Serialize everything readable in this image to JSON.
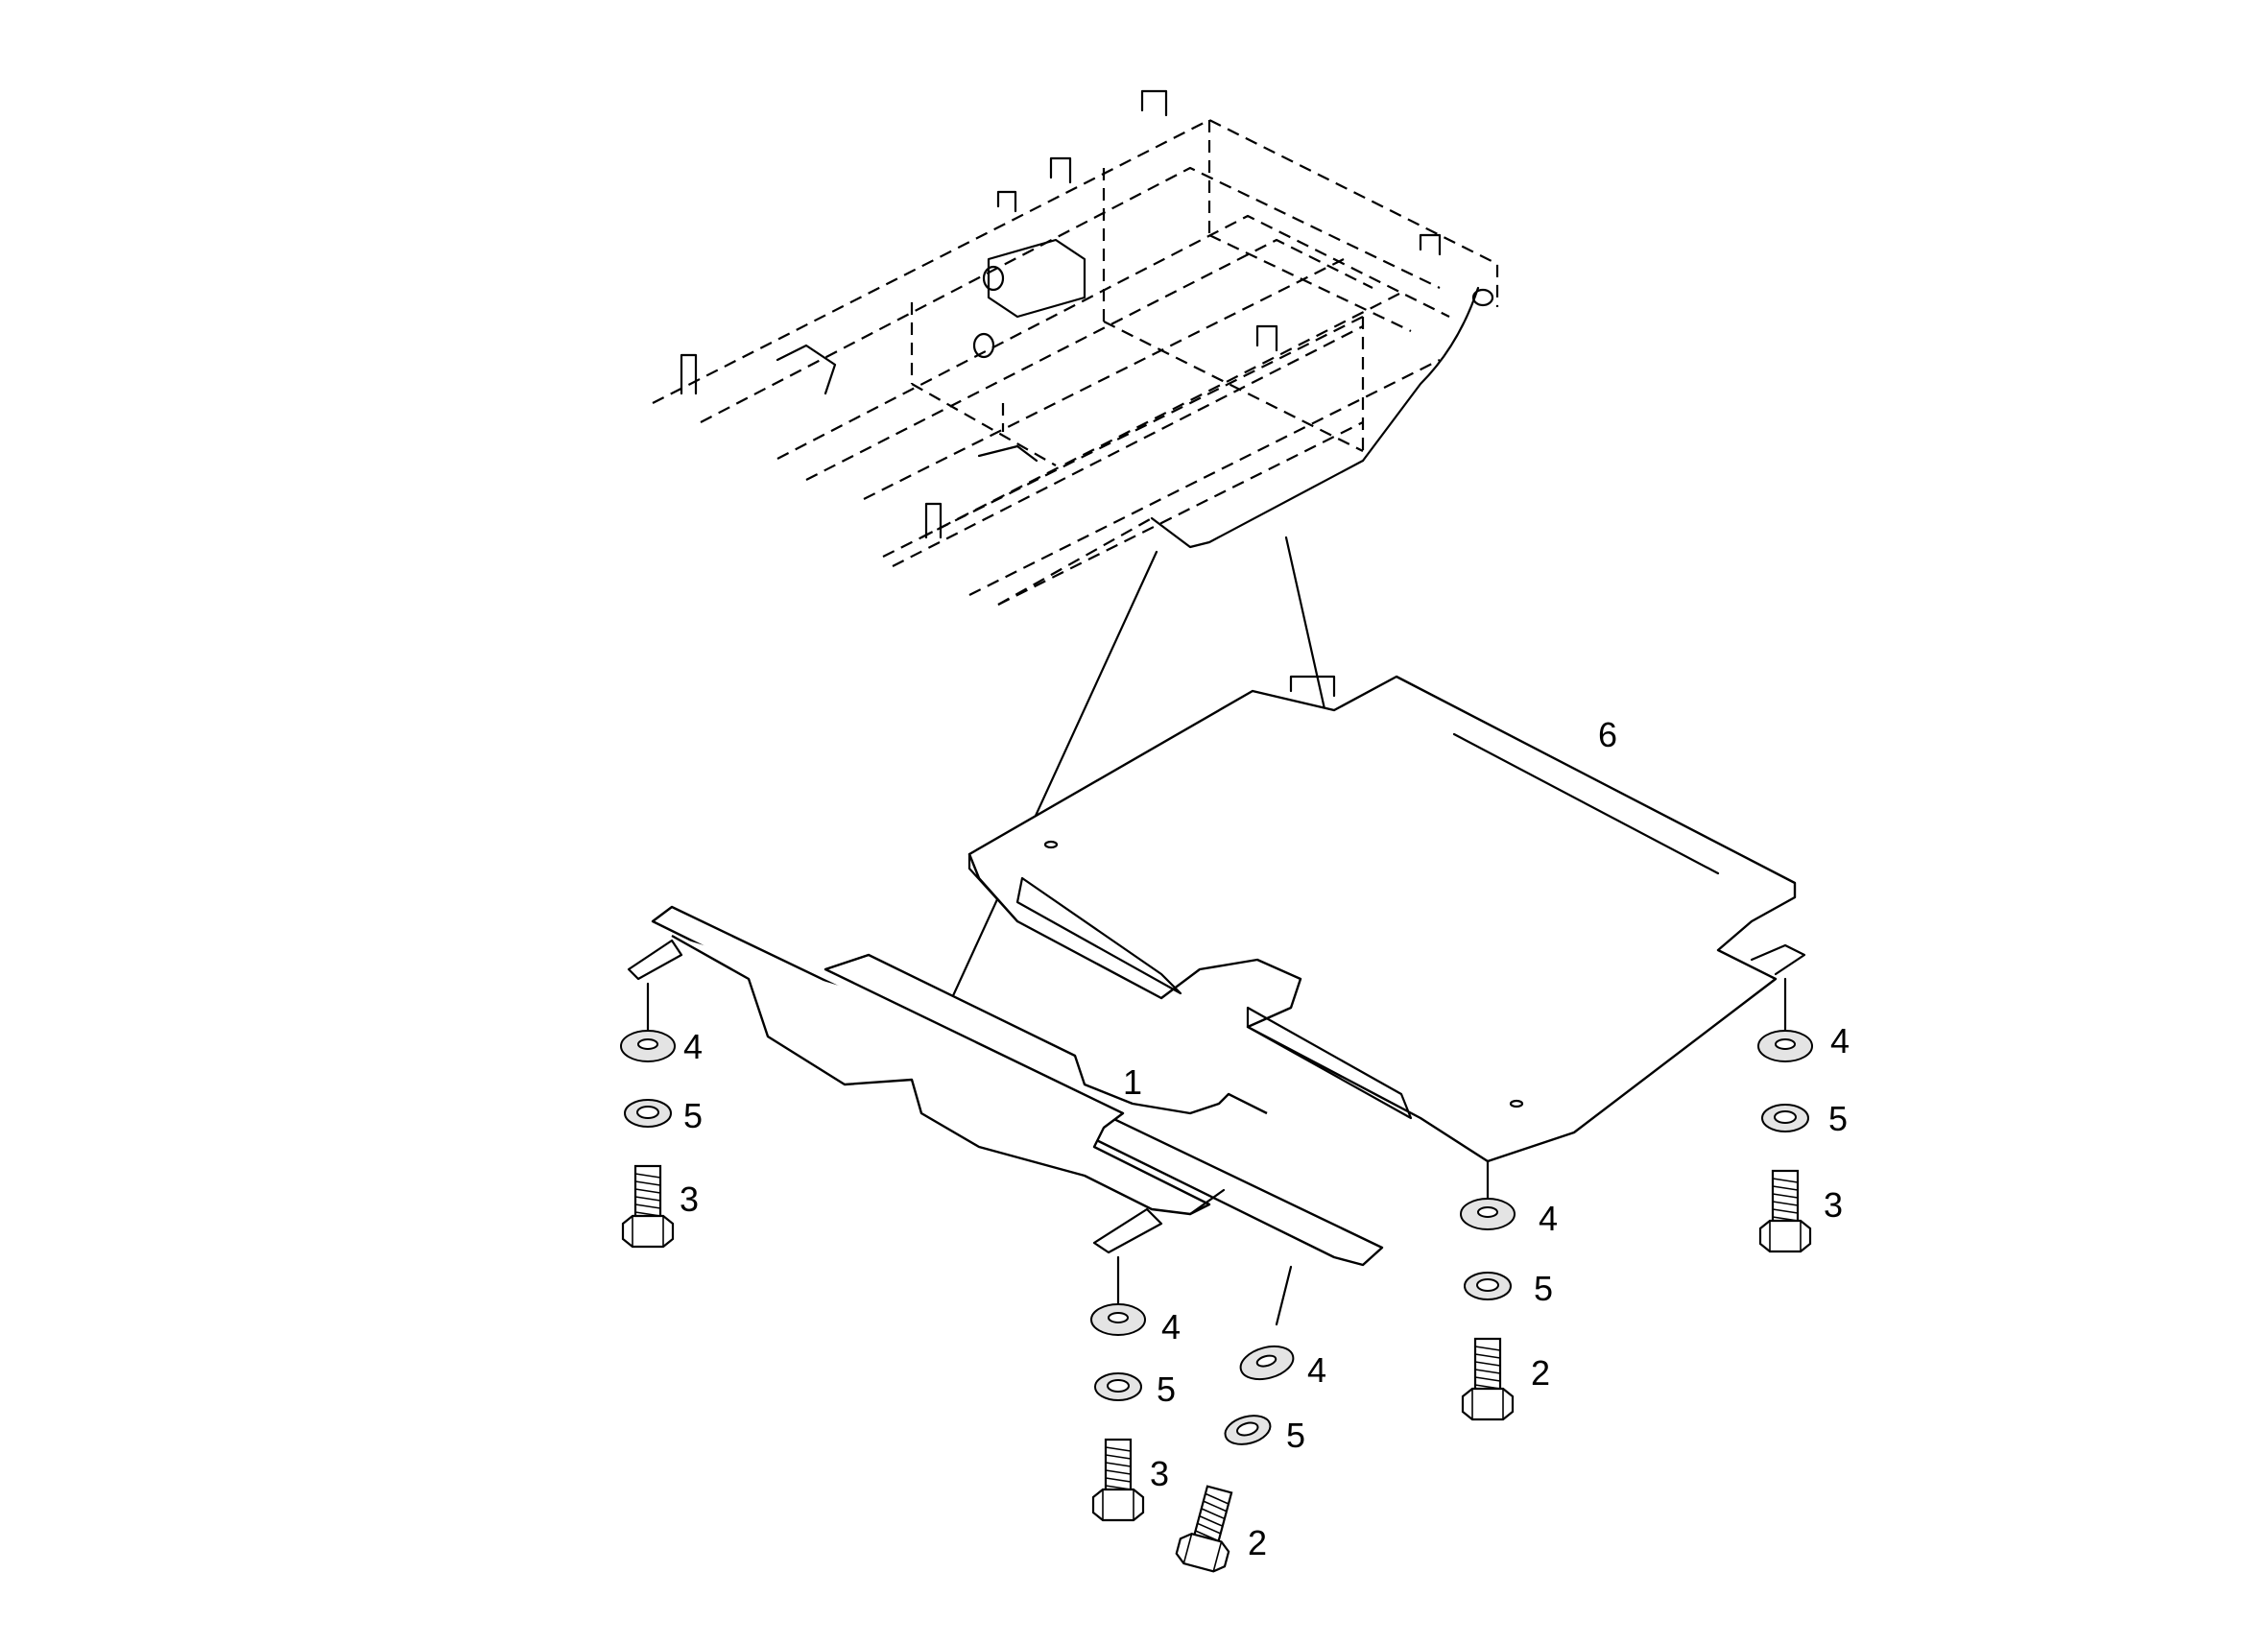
{
  "callouts": {
    "plate_1": "1",
    "plate_6": "6",
    "bolt_2_a": "2",
    "bolt_2_b": "2",
    "bolt_3_a": "3",
    "bolt_3_b": "3",
    "bolt_3_c": "3",
    "washer_4_a": "4",
    "washer_4_b": "4",
    "washer_4_c": "4",
    "washer_4_d": "4",
    "washer_4_e": "4",
    "washer_5_a": "5",
    "washer_5_b": "5",
    "washer_5_c": "5",
    "washer_5_d": "5",
    "washer_5_e": "5"
  }
}
